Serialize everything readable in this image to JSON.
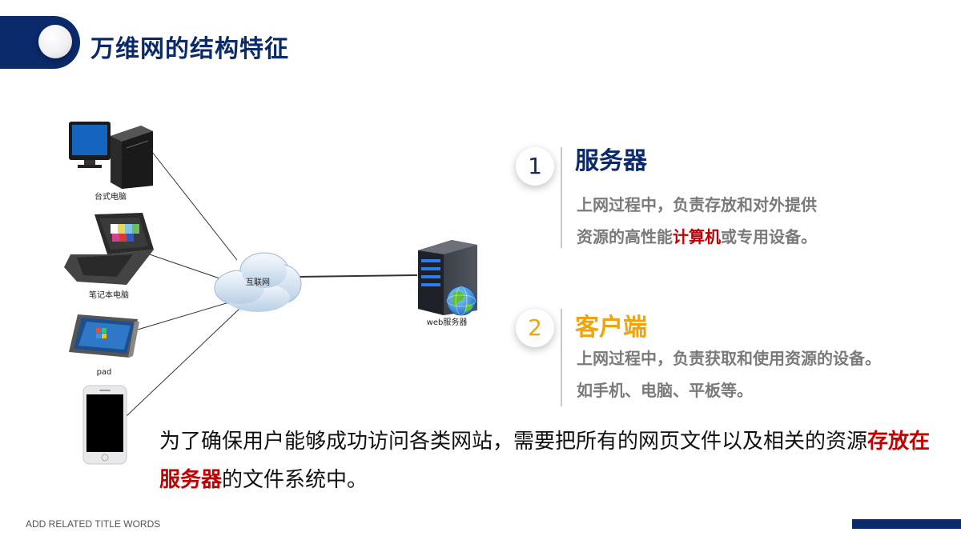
{
  "header": {
    "title": "万维网的结构特征"
  },
  "diagram": {
    "devices": [
      {
        "label": "台式电脑"
      },
      {
        "label": "笔记本电脑"
      },
      {
        "label": "pad"
      },
      {
        "label": ""
      }
    ],
    "cloud_label": "互联网",
    "server_label": "web服务器"
  },
  "sections": [
    {
      "number": "1",
      "title": "服务器",
      "color": "#0b2a6b",
      "line1": "上网过程中，负责存放和对外提供",
      "line2_before": "资源的高性能",
      "line2_highlight": "计算机",
      "line2_after": "或专用设备。"
    },
    {
      "number": "2",
      "title": "客户端",
      "color": "#f0a30a",
      "line1": "上网过程中，负责获取和使用资源的设备。",
      "line2": "如手机、电脑、平板等。"
    }
  ],
  "bottom": {
    "before": "为了确保用户能够成功访问各类网站，需要把所有的网页文件以及相关的资源",
    "highlight": "存放在服务器",
    "after": "的文件系统中。"
  },
  "footer": {
    "text": "ADD RELATED TITLE WORDS"
  },
  "colors": {
    "navy": "#0b2a6b",
    "orange": "#f0a30a",
    "red": "#c00000",
    "gray": "#7a7a7a"
  }
}
